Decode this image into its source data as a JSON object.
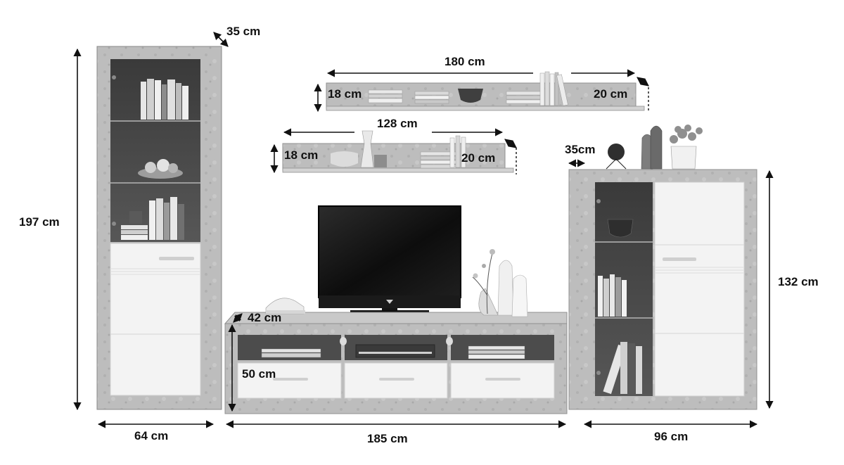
{
  "dimensions": {
    "tall_cabinet": {
      "height": "197 cm",
      "width": "64 cm",
      "depth": "35 cm"
    },
    "tv_board": {
      "width": "185 cm",
      "height": "50 cm",
      "depth": "42 cm"
    },
    "wall_shelf_large": {
      "width": "180 cm",
      "height": "18 cm",
      "depth": "20 cm"
    },
    "wall_shelf_small": {
      "width": "128 cm",
      "height": "18 cm",
      "depth": "20 cm"
    },
    "highboard": {
      "height": "132 cm",
      "width": "96 cm",
      "depth": "35cm"
    }
  },
  "colors": {
    "concrete": "#bdbdbd",
    "concrete_dark": "#9e9e9e",
    "white_front": "#f3f3f3",
    "glass_interior": "#4a4a4a",
    "dimension_line": "#111111"
  }
}
